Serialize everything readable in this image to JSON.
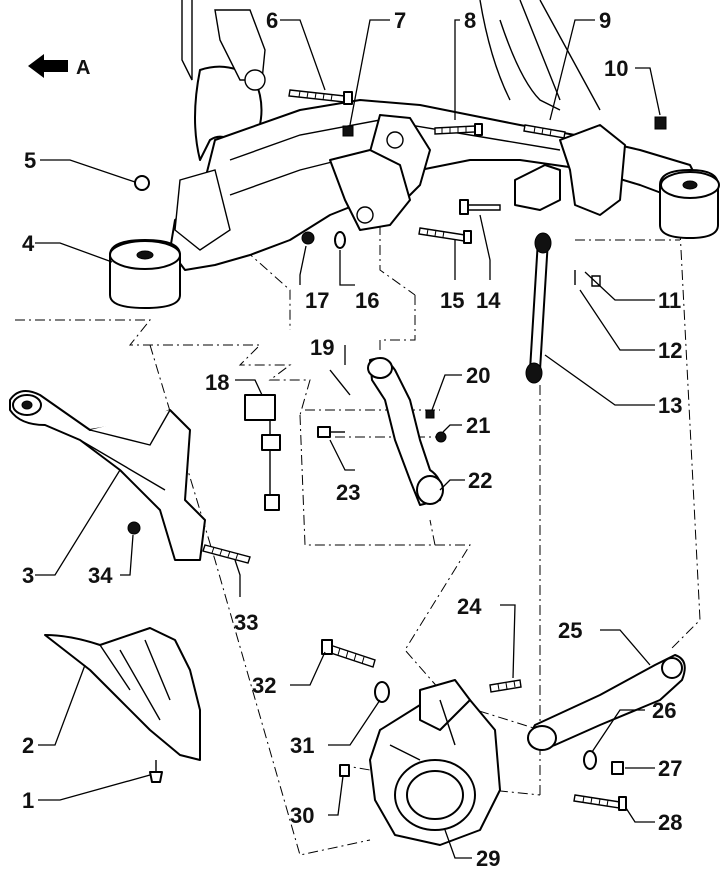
{
  "diagram": {
    "direction_label": "A",
    "callouts": [
      "1",
      "2",
      "3",
      "4",
      "5",
      "6",
      "7",
      "8",
      "9",
      "10",
      "11",
      "12",
      "13",
      "14",
      "15",
      "16",
      "17",
      "18",
      "19",
      "20",
      "21",
      "22",
      "23",
      "24",
      "25",
      "26",
      "27",
      "28",
      "29",
      "30",
      "31",
      "32",
      "33",
      "34"
    ]
  }
}
